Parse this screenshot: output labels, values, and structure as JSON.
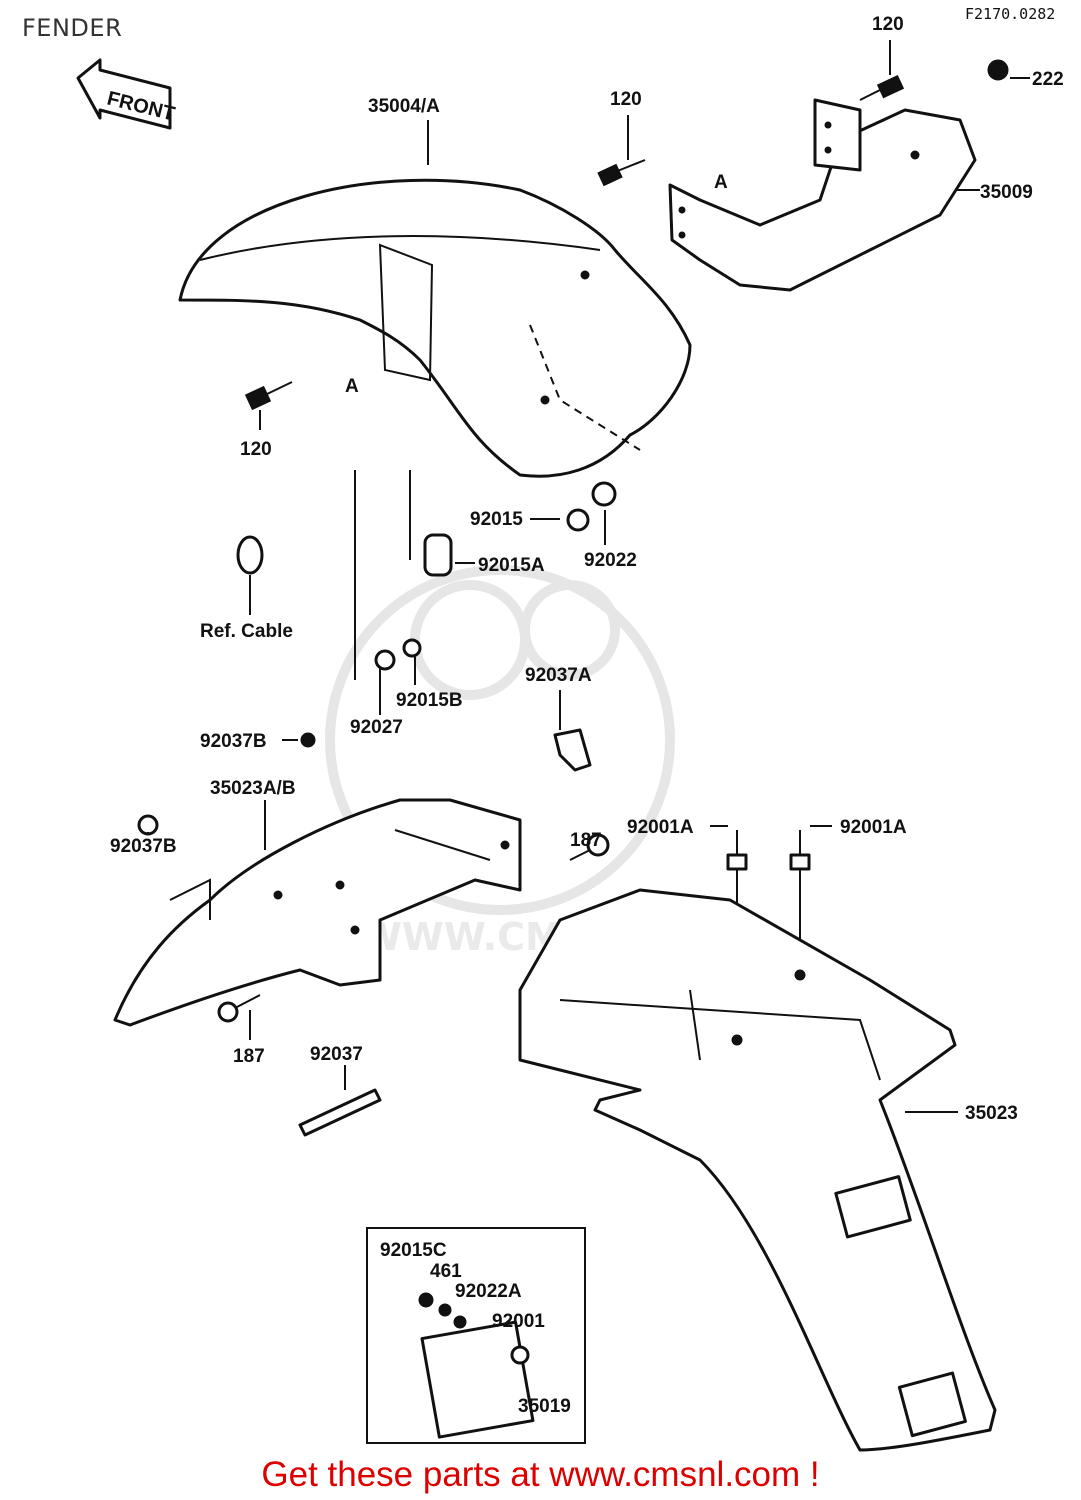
{
  "diagram": {
    "title": "FENDER",
    "code": "F2170.0282",
    "front_arrow_label": "FRONT",
    "watermark_text": "WWW.CMSNL.COM",
    "footer": "Get these parts at www.cmsnl.com !"
  },
  "labels": {
    "front_fender": "35004/A",
    "bolt_top_1": "120",
    "bolt_top_2": "120",
    "bolt_left": "120",
    "screw_222": "222",
    "bracket_35009": "35009",
    "mark_a_left": "A",
    "mark_a_right": "A",
    "collar_92015": "92015",
    "collar_92022": "92022",
    "plate_92015a": "92015A",
    "ref_cable": "Ref. Cable",
    "collar_92015b": "92015B",
    "collar_92027": "92027",
    "clip_92037a": "92037A",
    "clip_92037b_top": "92037B",
    "clip_92037b_left": "92037B",
    "inner_fender": "35023A/B",
    "bolt_187_right": "187",
    "bolt_187_left": "187",
    "bolt_92001a_left": "92001A",
    "bolt_92001a_right": "92001A",
    "pin_92037": "92037",
    "rear_fender": "35023",
    "inset_92015c": "92015C",
    "inset_461": "461",
    "inset_92022a": "92022A",
    "inset_92001": "92001",
    "inset_35019": "35019"
  }
}
